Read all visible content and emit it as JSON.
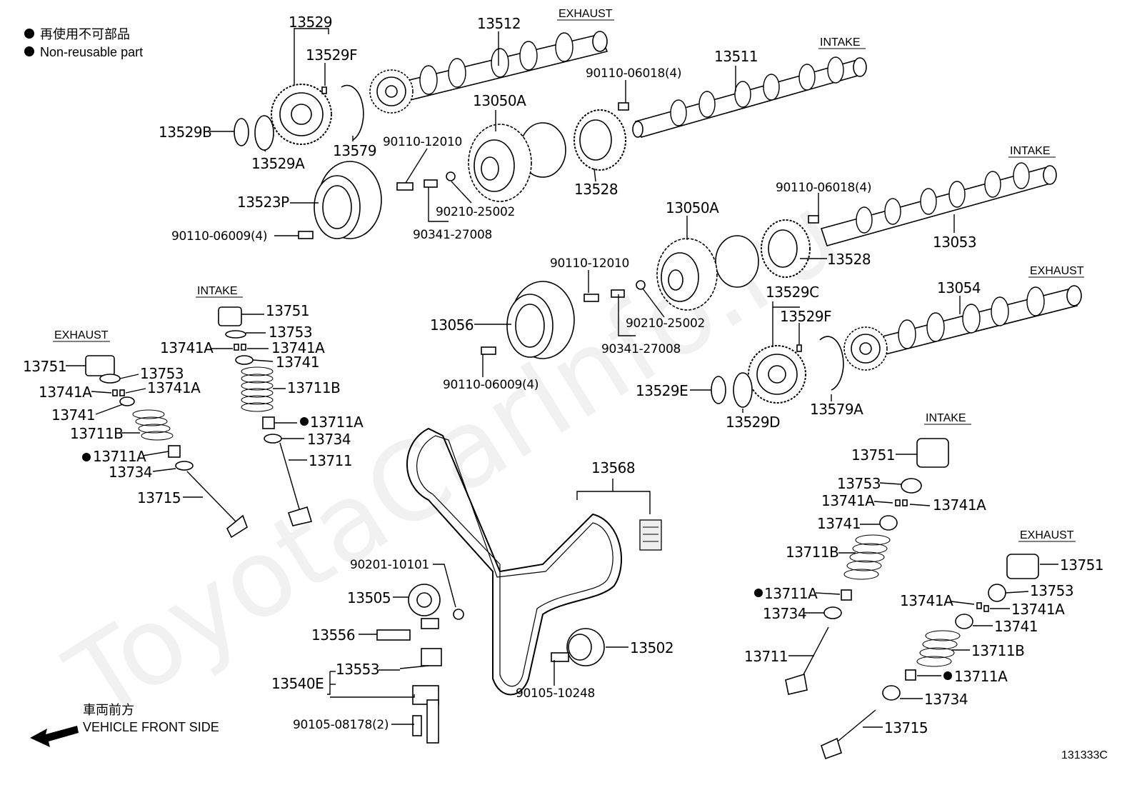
{
  "legend": {
    "non_reusable_ja": "再使用不可部品",
    "non_reusable_en": "Non-reusable part"
  },
  "headings": {
    "exhaust_top": "EXHAUST",
    "intake_top": "INTAKE",
    "intake_right": "INTAKE",
    "exhaust_right": "EXHAUST",
    "intake_left": "INTAKE",
    "exhaust_left": "EXHAUST",
    "intake_bottom_right": "INTAKE",
    "exhaust_bottom_right": "EXHAUST"
  },
  "labels": {
    "p13529": "13529",
    "p13529F_top": "13529F",
    "p13512": "13512",
    "p13511": "13511",
    "p13529B": "13529B",
    "p13529A": "13529A",
    "p13579": "13579",
    "p13050A_top": "13050A",
    "p90110_06018_top": "90110-06018(4)",
    "p90110_12010_top": "90110-12010",
    "p13528_top": "13528",
    "p13523P": "13523P",
    "p90210_25002_top": "90210-25002",
    "p90341_27008_top": "90341-27008",
    "p90110_06009_top": "90110-06009(4)",
    "p90110_06018_right": "90110-06018(4)",
    "p13053": "13053",
    "p13050A_mid": "13050A",
    "p13528_mid": "13528",
    "p90110_12010_mid": "90110-12010",
    "p13056": "13056",
    "p90210_25002_mid": "90210-25002",
    "p90341_27008_mid": "90341-27008",
    "p13054": "13054",
    "p13529C": "13529C",
    "p13529F_mid": "13529F",
    "p90110_06009_mid": "90110-06009(4)",
    "p13529E": "13529E",
    "p13529D": "13529D",
    "p13579A": "13579A",
    "li_13751": "13751",
    "li_13753": "13753",
    "li_13741A_l": "13741A",
    "li_13741A_r": "13741A",
    "li_13741": "13741",
    "li_13711B": "13711B",
    "li_13711A": "13711A",
    "li_13734": "13734",
    "li_13711": "13711",
    "le_13751": "13751",
    "le_13753": "13753",
    "le_13741A_l": "13741A",
    "le_13741A_r": "13741A",
    "le_13741": "13741",
    "le_13711B": "13711B",
    "le_13711A": "13711A",
    "le_13734": "13734",
    "le_13715": "13715",
    "p13568": "13568",
    "p90201_10101": "90201-10101",
    "p13505": "13505",
    "p13556": "13556",
    "p13553": "13553",
    "p13540E": "13540E",
    "p90105_08178": "90105-08178(2)",
    "p13502": "13502",
    "p90105_10248": "90105-10248",
    "ri_13751": "13751",
    "ri_13753": "13753",
    "ri_13741A_l": "13741A",
    "ri_13741A_r": "13741A",
    "ri_13741": "13741",
    "ri_13711B": "13711B",
    "ri_13711A": "13711A",
    "ri_13734": "13734",
    "ri_13711": "13711",
    "re_13751": "13751",
    "re_13753": "13753",
    "re_13741A_l": "13741A",
    "re_13741A_r": "13741A",
    "re_13741": "13741",
    "re_13711B": "13711B",
    "re_13711A": "13711A",
    "re_13734": "13734",
    "re_13715": "13715"
  },
  "front_side": {
    "ja": "車両前方",
    "en": "VEHICLE FRONT SIDE"
  },
  "watermark": "ToyotaCarInfo.ru",
  "diagram_code": "131333C"
}
